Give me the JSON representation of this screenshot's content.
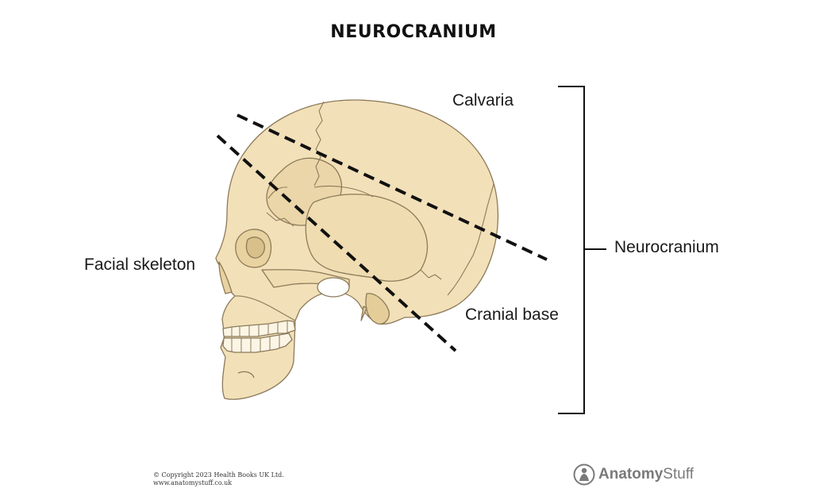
{
  "title": "NEUROCRANIUM",
  "labels": {
    "calvaria": "Calvaria",
    "facial_skeleton": "Facial skeleton",
    "cranial_base": "Cranial base",
    "neurocranium": "Neurocranium"
  },
  "footer": {
    "copyright_line1": "© Copyright 2023 Health Books UK Ltd.",
    "copyright_line2": "www.anatomystuff.co.uk",
    "logo_bold": "Anatomy",
    "logo_regular": "Stuff"
  },
  "colors": {
    "bone_fill": "#f2e0b8",
    "bone_outline": "#8c7a5a",
    "dashed_line": "#111111",
    "bracket": "#111111",
    "logo": "#7a7a7a"
  },
  "icons": {
    "logo_icon": "anatomystuff-logo-icon"
  }
}
